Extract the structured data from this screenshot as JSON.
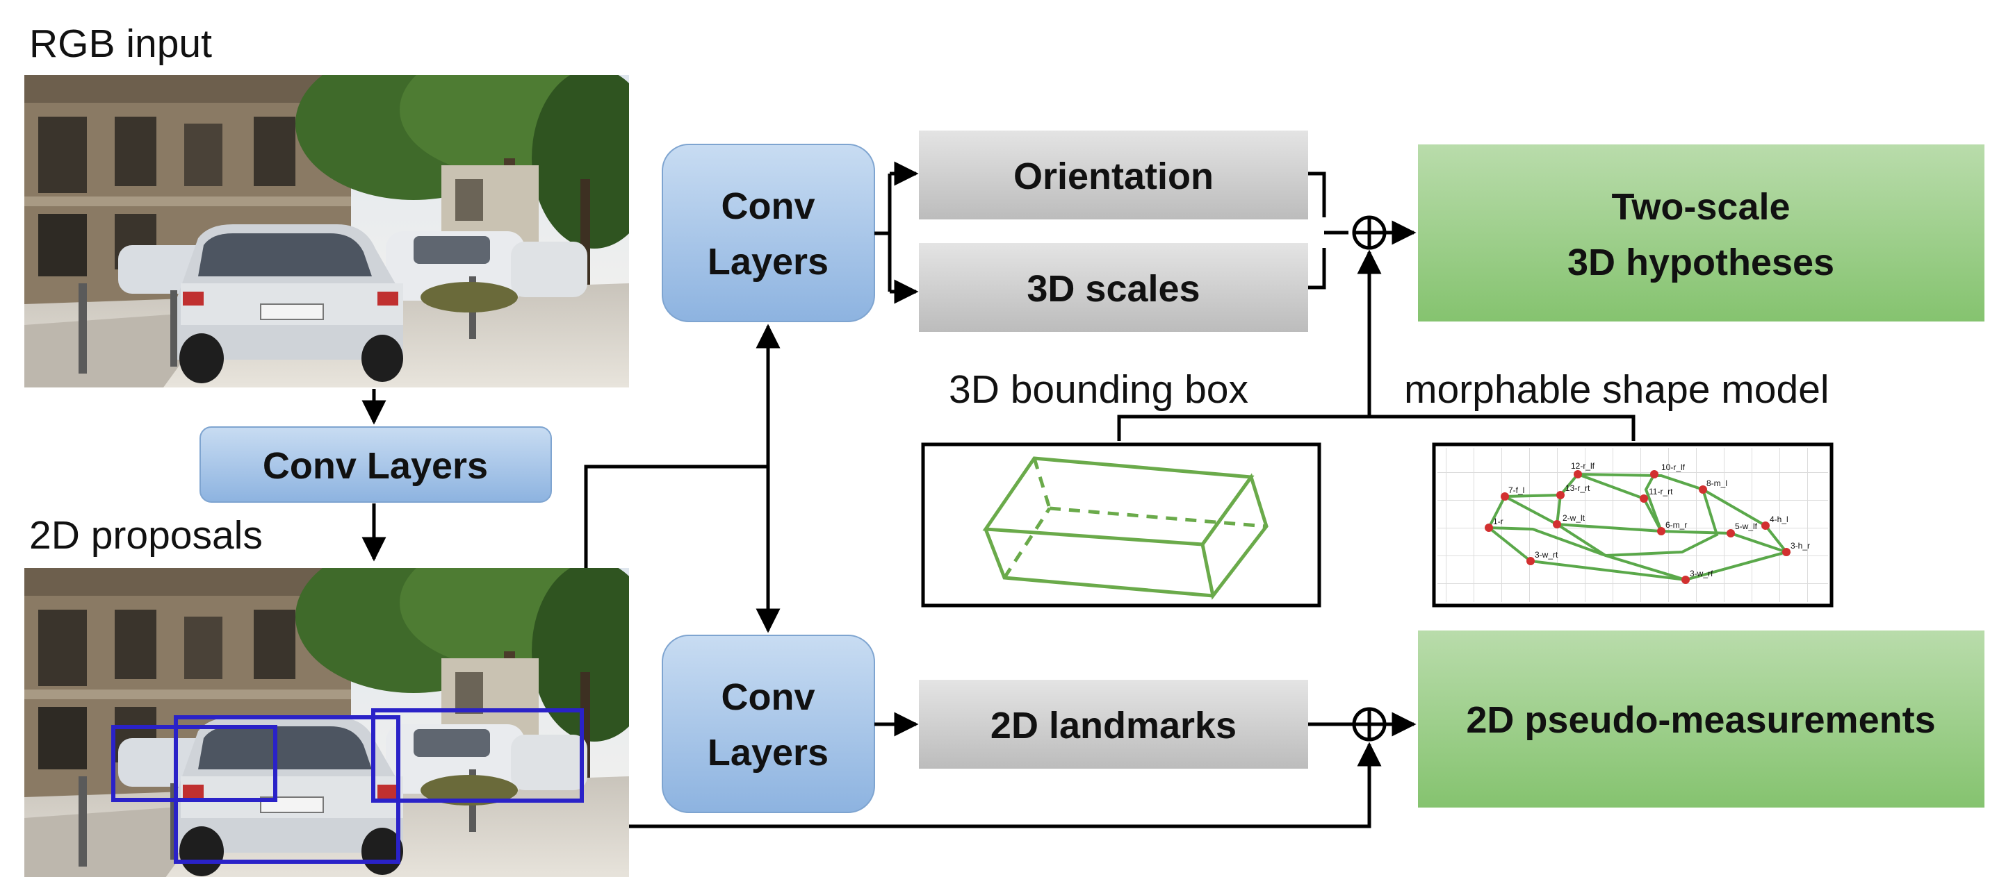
{
  "labels": {
    "rgb_input": "RGB input",
    "proposals_2d": "2D proposals",
    "bbox_3d": "3D bounding box",
    "shape_model": "morphable shape model"
  },
  "boxes": {
    "conv_mid": "Conv Layers",
    "conv_top_1": "Conv",
    "conv_top_2": "Layers",
    "conv_bot_1": "Conv",
    "conv_bot_2": "Layers",
    "orientation": "Orientation",
    "scales_3d": "3D scales",
    "landmarks_2d": "2D landmarks",
    "out_hyp_1": "Two-scale",
    "out_hyp_2": "3D hypotheses",
    "out_pseudo": "2D pseudo-measurements"
  },
  "wire_labels": [
    "12-r_lf",
    "10-r_lf",
    "13-r_rt",
    "8-m_l",
    "11-r_rt",
    "7-f_l",
    "6-m_r",
    "2-w_lt",
    "5-w_lf",
    "4-h_l",
    "1-r",
    "3-w_rt",
    "3-h_r",
    "3-w_rf"
  ],
  "colors": {
    "conv_blue_top": "#c6daf1",
    "conv_blue_bottom": "#8fb5e2",
    "gray_top": "#e2e2e2",
    "gray_bottom": "#bdbdbd",
    "green_light": "#b8dba9",
    "green_dark": "#86c471",
    "wire_green": "#6aaa4a",
    "proposal_blue": "#2a22c8"
  }
}
